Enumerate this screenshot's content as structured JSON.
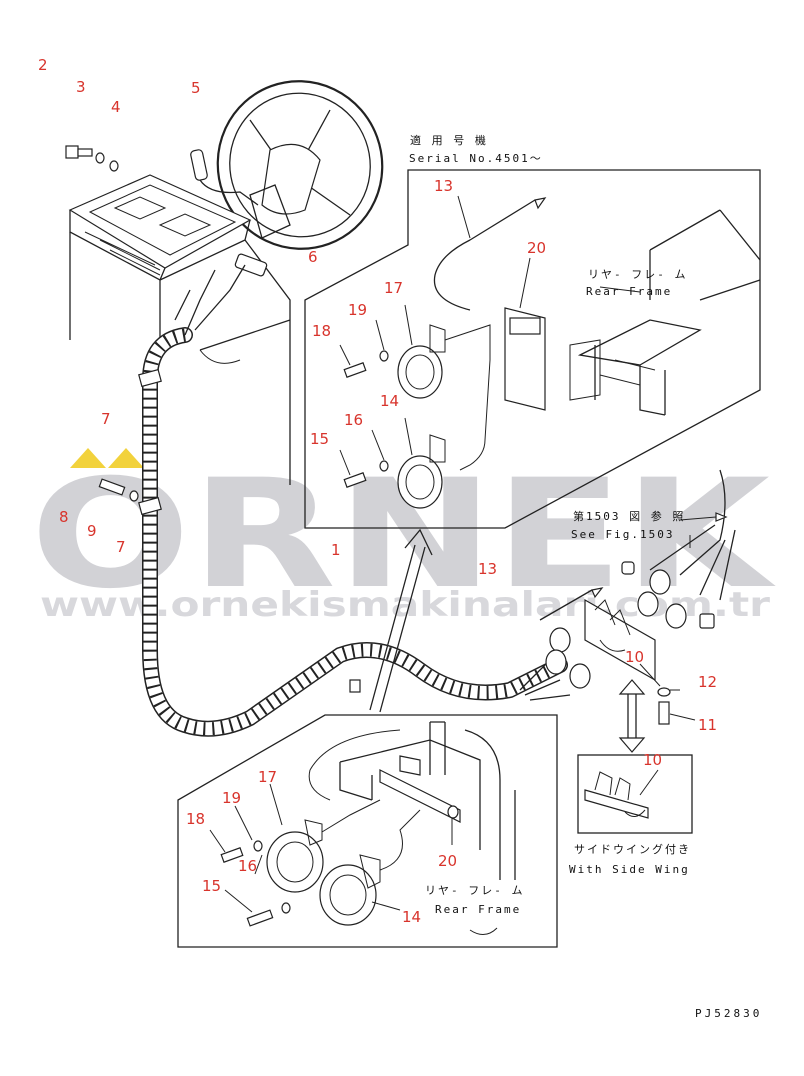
{
  "watermark": {
    "brand": "ORNEK",
    "url": "www.ornekismakinalari.com.tr",
    "accent_color": "#f2d23c",
    "text_color": "#d2d2d6"
  },
  "notes": {
    "serial_jp": "適 用 号 機",
    "serial_en": "Serial No.4501～",
    "rear_frame_jp_top": "リヤ- フレ- ム",
    "rear_frame_en_top": "Rear Frame",
    "see_fig_jp": "第1503 図 参 照",
    "see_fig_en": "See Fig.1503",
    "side_wing_jp": "サイドウイング付き",
    "side_wing_en": "With Side Wing",
    "rear_frame_jp_bottom": "リヤ- フレ- ム",
    "rear_frame_en_bottom": "Rear Frame"
  },
  "drawing_code": "PJ52830",
  "callouts": [
    {
      "id": "c-2",
      "label": "2"
    },
    {
      "id": "c-3",
      "label": "3"
    },
    {
      "id": "c-4",
      "label": "4"
    },
    {
      "id": "c-5",
      "label": "5"
    },
    {
      "id": "c-6",
      "label": "6"
    },
    {
      "id": "c-7a",
      "label": "7"
    },
    {
      "id": "c-8",
      "label": "8"
    },
    {
      "id": "c-9",
      "label": "9"
    },
    {
      "id": "c-7b",
      "label": "7"
    },
    {
      "id": "c-1",
      "label": "1"
    },
    {
      "id": "c-13a",
      "label": "13"
    },
    {
      "id": "c-20a",
      "label": "20"
    },
    {
      "id": "c-17a",
      "label": "17"
    },
    {
      "id": "c-19a",
      "label": "19"
    },
    {
      "id": "c-18a",
      "label": "18"
    },
    {
      "id": "c-16a",
      "label": "16"
    },
    {
      "id": "c-14a",
      "label": "14"
    },
    {
      "id": "c-15a",
      "label": "15"
    },
    {
      "id": "c-13b",
      "label": "13"
    },
    {
      "id": "c-10a",
      "label": "10"
    },
    {
      "id": "c-12",
      "label": "12"
    },
    {
      "id": "c-11",
      "label": "11"
    },
    {
      "id": "c-10b",
      "label": "10"
    },
    {
      "id": "c-17b",
      "label": "17"
    },
    {
      "id": "c-19b",
      "label": "19"
    },
    {
      "id": "c-18b",
      "label": "18"
    },
    {
      "id": "c-16b",
      "label": "16"
    },
    {
      "id": "c-20b",
      "label": "20"
    },
    {
      "id": "c-15b",
      "label": "15"
    },
    {
      "id": "c-14b",
      "label": "14"
    }
  ]
}
